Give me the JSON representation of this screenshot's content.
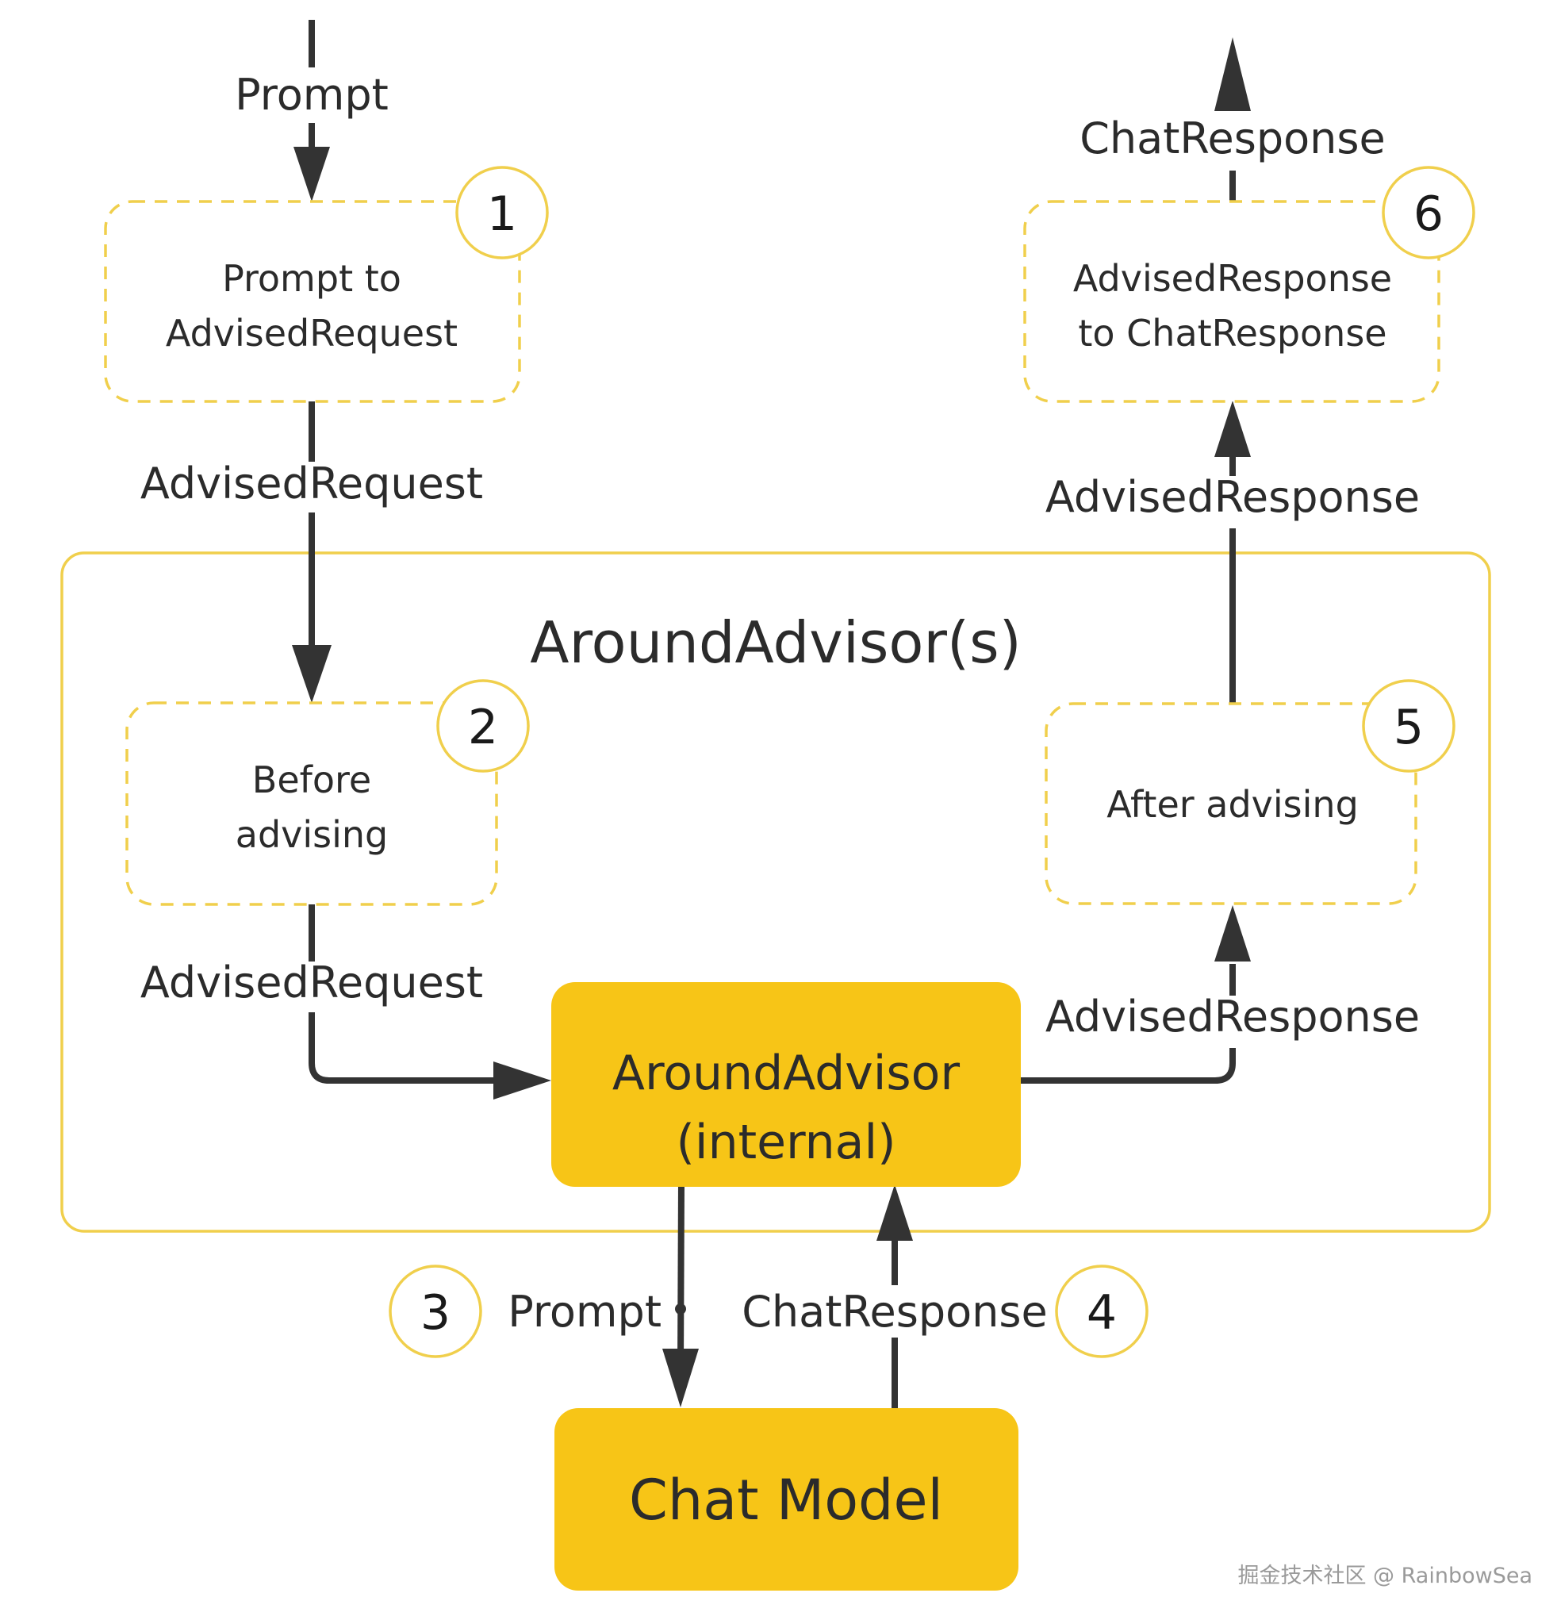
{
  "colors": {
    "accent_yellow": "#f7c517",
    "dashed_outline": "#f0cf4c",
    "arrow": "#333333",
    "text": "#2b2b2b"
  },
  "diagram": {
    "container_title": "AroundAdvisor(s)",
    "steps": {
      "s1": {
        "number": "1",
        "line1": "Prompt to",
        "line2": "AdvisedRequest"
      },
      "s2": {
        "number": "2",
        "line1": "Before",
        "line2": "advising"
      },
      "s3": {
        "number": "3"
      },
      "s4": {
        "number": "4"
      },
      "s5": {
        "number": "5",
        "line1": "After advising"
      },
      "s6": {
        "number": "6",
        "line1": "AdvisedResponse",
        "line2": "to ChatResponse"
      }
    },
    "internal": {
      "line1": "AroundAdvisor",
      "line2": "(internal)"
    },
    "model": {
      "label": "Chat Model"
    },
    "edge_labels": {
      "prompt_in": "Prompt",
      "advised_request_1": "AdvisedRequest",
      "advised_request_2": "AdvisedRequest",
      "prompt_to_model": "Prompt",
      "chat_response_from_model": "ChatResponse",
      "advised_response_1": "AdvisedResponse",
      "advised_response_2": "AdvisedResponse",
      "chat_response_out": "ChatResponse"
    }
  },
  "watermark": "掘金技术社区 @ RainbowSea"
}
